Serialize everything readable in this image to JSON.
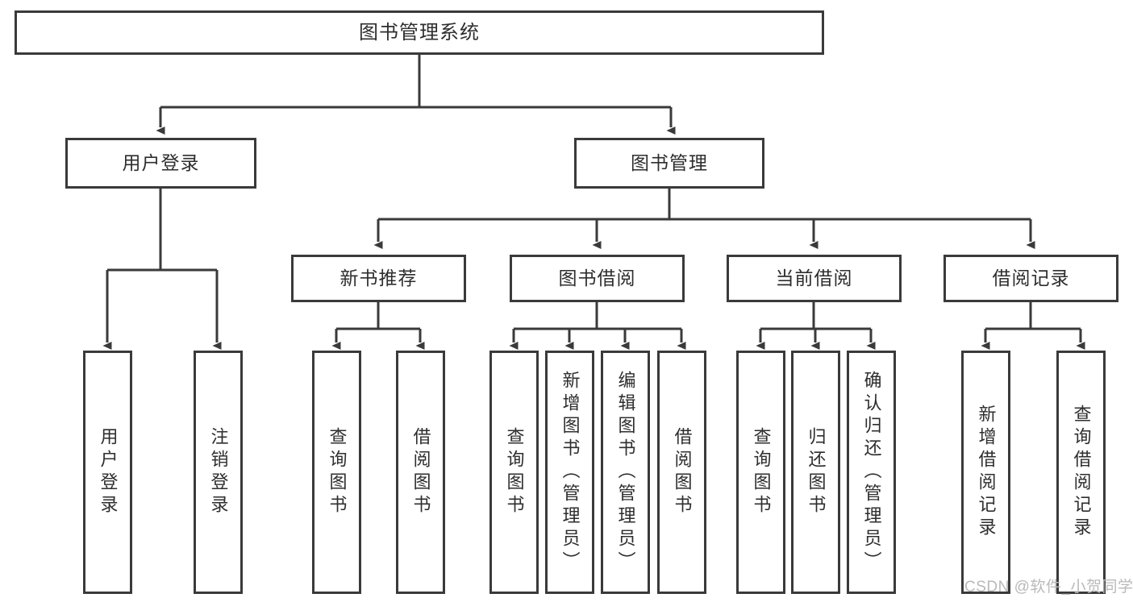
{
  "diagram": {
    "title": "图书管理系统",
    "type": "functional-decomposition-tree",
    "root": {
      "label": "图书管理系统"
    },
    "level2": [
      {
        "label": "用户登录"
      },
      {
        "label": "图书管理"
      }
    ],
    "level3": [
      {
        "label": "新书推荐"
      },
      {
        "label": "图书借阅"
      },
      {
        "label": "当前借阅"
      },
      {
        "label": "借阅记录"
      }
    ],
    "leaves": {
      "user_login": [
        {
          "label": "用户登录"
        },
        {
          "label": "注销登录"
        }
      ],
      "new_book_recommend": [
        {
          "label": "查询图书"
        },
        {
          "label": "借阅图书"
        }
      ],
      "book_borrow": [
        {
          "label": "查询图书"
        },
        {
          "label": "新增图书（管理员）"
        },
        {
          "label": "编辑图书（管理员）"
        },
        {
          "label": "借阅图书"
        }
      ],
      "current_borrow": [
        {
          "label": "查询图书"
        },
        {
          "label": "归还图书"
        },
        {
          "label": "确认归还（管理员）"
        }
      ],
      "borrow_record": [
        {
          "label": "新增借阅记录"
        },
        {
          "label": "查询借阅记录"
        }
      ]
    }
  },
  "watermark": {
    "text": "CSDN @软件_小贺同学"
  },
  "colors": {
    "border": "#3a3a3a",
    "text": "#2e2e2e",
    "background": "#ffffff",
    "watermark": "#b9b9b9"
  }
}
